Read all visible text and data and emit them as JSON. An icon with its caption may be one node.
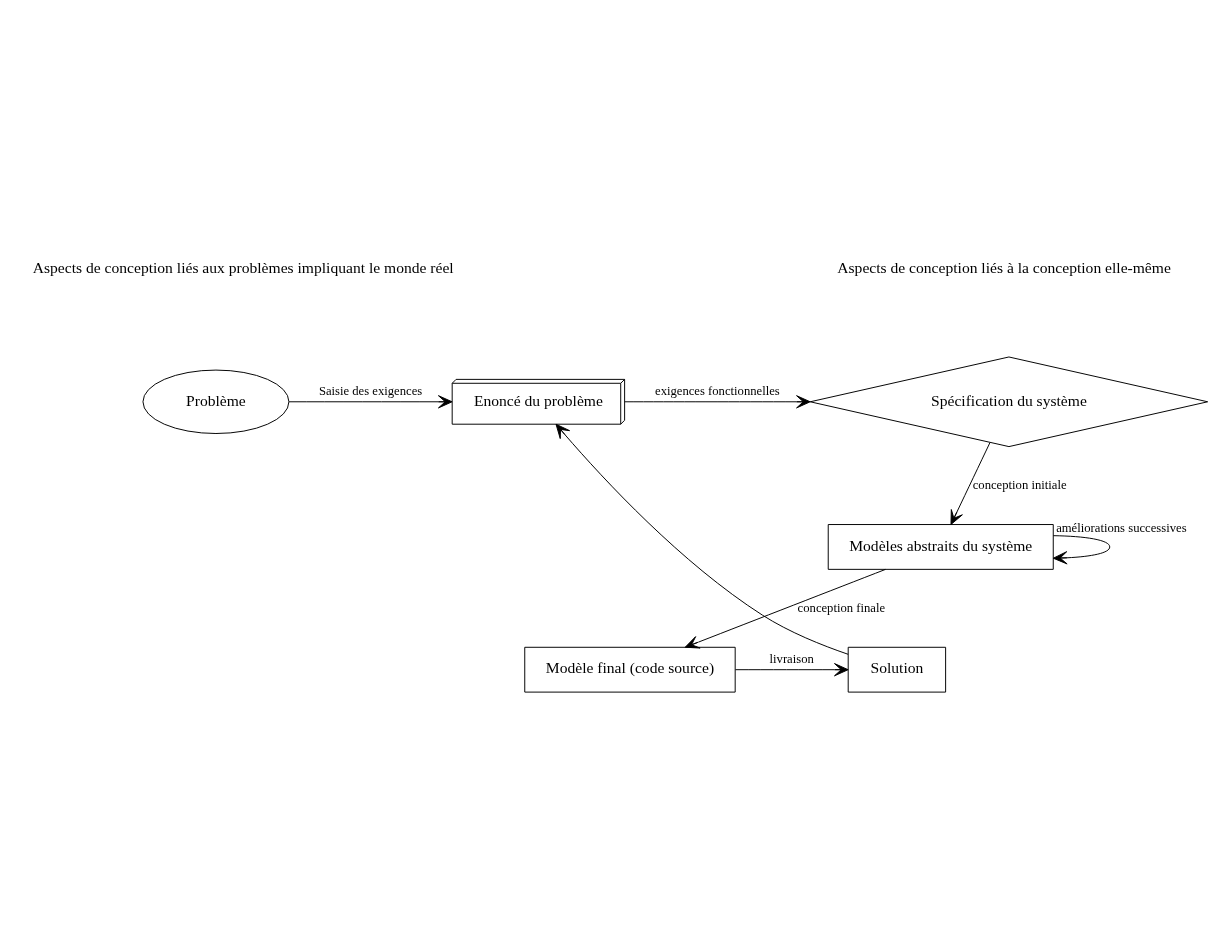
{
  "diagram": {
    "nodes": [
      {
        "text": [
          "Problème"
        ]
      },
      {
        "text": [
          "Enoncé du problème"
        ]
      },
      {
        "text": [
          "Spécification du système"
        ]
      },
      {
        "text": [
          "Modèles abstraits du système"
        ]
      },
      {
        "text": [
          "Modèle final (code source)"
        ]
      },
      {
        "text": [
          "Solution"
        ]
      }
    ],
    "edges": [
      {
        "from": 0,
        "to": 1,
        "arrow": "to",
        "label": "Saisie des exigences"
      },
      {
        "from": 1,
        "to": 2,
        "arrow": "to",
        "label": "exigences fonctionnelles"
      },
      {
        "from": 2,
        "to": 3,
        "arrow": "to",
        "label": "conception initiale"
      },
      {
        "from": 3,
        "to": 4,
        "arrow": "to",
        "label": "conception finale"
      },
      {
        "from": 3,
        "to": 3,
        "arrow": "to",
        "label": "améliorations successives"
      },
      {
        "from": 4,
        "to": 5,
        "arrow": "to",
        "label": "livraison"
      },
      {
        "from": 5,
        "to": 1,
        "arrow": "to"
      }
    ],
    "labels": [
      "Aspects de conception liés aux problèmes impliquant le monde réel",
      "Aspects de conception liés à la conception elle-même"
    ]
  }
}
